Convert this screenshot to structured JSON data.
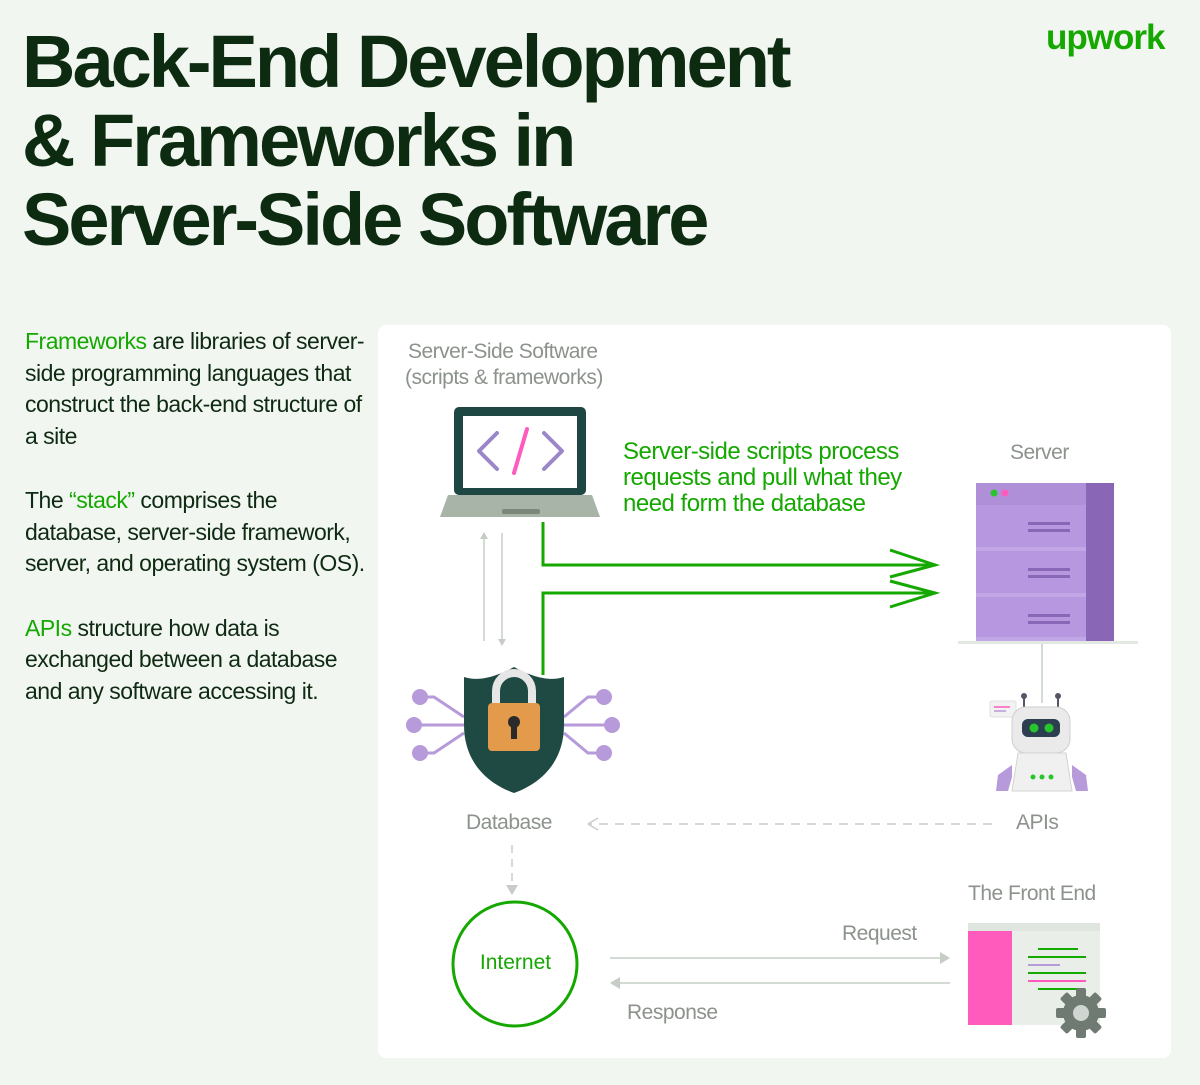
{
  "title": {
    "line1": "Back-End Development",
    "line2": "& Frameworks in",
    "line3": "Server-Side Software"
  },
  "logo": "upwork",
  "sidebar": {
    "p1_highlight": "Frameworks",
    "p1_rest": " are libraries of server-side programming languages that construct the back-end structure of a site",
    "p2_start": "The ",
    "p2_highlight": "“stack”",
    "p2_rest": " comprises the database, server-side framework, server, and operating system (OS).",
    "p3_highlight": "APIs",
    "p3_rest": " structure how data is exchanged between a database and any software accessing it."
  },
  "diagram": {
    "software_label_line1": "Server-Side Software",
    "software_label_line2": "(scripts & frameworks)",
    "server_label": "Server",
    "scripts_note": "Server-side scripts process requests and pull what they need form the database",
    "database_label": "Database",
    "apis_label": "APIs",
    "frontend_label": "The Front End",
    "internet_label": "Internet",
    "request_label": "Request",
    "response_label": "Response"
  },
  "colors": {
    "accent_green": "#14a800",
    "dark_green": "#0d2b10",
    "muted_gray": "#8c928c",
    "server_purple": "#b79ad9",
    "shield_teal": "#1f4a44",
    "lock_orange": "#e39a4a",
    "frontend_pink": "#ff5bbd"
  }
}
